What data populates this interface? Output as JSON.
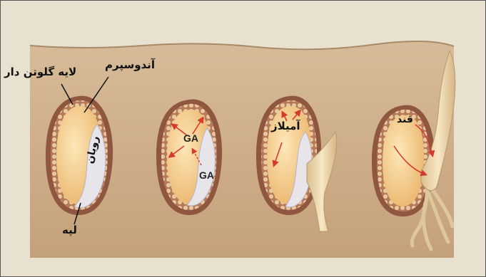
{
  "labels": {
    "endosperm": "آندوسپرم",
    "gluten_layer": "لایه گلوتن دار",
    "embryo": "رویان",
    "cotyledon": "لپه",
    "amylase": "آمیلاز",
    "sugar": "قند",
    "ga_top": "GA",
    "ga_bottom": "GA"
  },
  "colors": {
    "soil": "#c8a680",
    "soil_surface": "#efe7da",
    "endosperm": "#f3cf8f",
    "aleurone": "#d9b48c",
    "seed_coat": "#8f5640",
    "embryo": "#e7e4ea",
    "arrow": "#d63a2f"
  }
}
